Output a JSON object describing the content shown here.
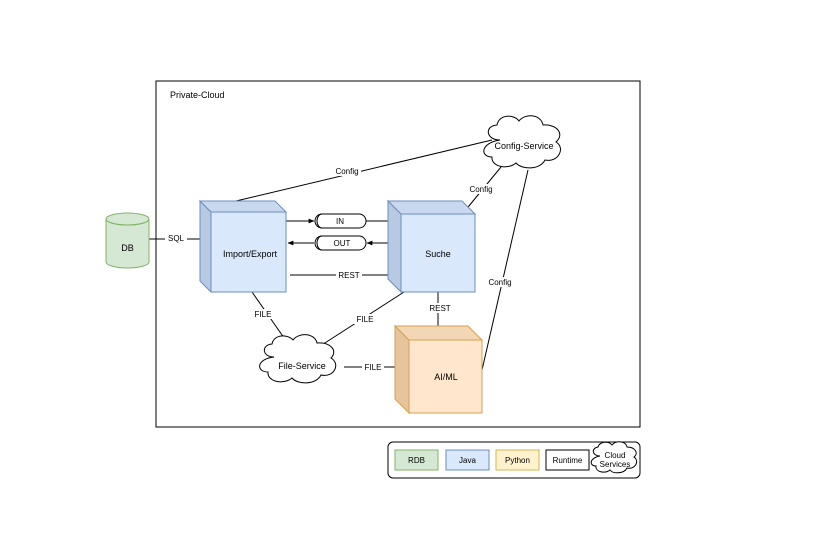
{
  "diagram": {
    "container": {
      "label": "Private-Cloud"
    },
    "nodes": {
      "db": {
        "label": "DB",
        "kind": "database"
      },
      "import_export": {
        "label": "Import/Export",
        "kind": "java"
      },
      "suche": {
        "label": "Suche",
        "kind": "java"
      },
      "aiml": {
        "label": "AI/ML",
        "kind": "python"
      },
      "config_service": {
        "label": "Config-Service",
        "kind": "cloud"
      },
      "file_service": {
        "label": "File-Service",
        "kind": "cloud"
      },
      "queue_in": {
        "label": "IN",
        "kind": "queue"
      },
      "queue_out": {
        "label": "OUT",
        "kind": "queue"
      }
    },
    "edges": {
      "config_import": "Config",
      "config_suche": "Config",
      "config_aiml": "Config",
      "sql": "SQL",
      "rest_import_suche": "REST",
      "rest_suche_aiml": "REST",
      "file_import": "FILE",
      "file_suche": "FILE",
      "file_aiml": "FILE"
    }
  },
  "legend": {
    "rdb": "RDB",
    "java": "Java",
    "python": "Python",
    "runtime": "Runtime",
    "cloud_line1": "Cloud",
    "cloud_line2": "Services"
  },
  "colors": {
    "rdb_fill": "#d5e8d4",
    "rdb_stroke": "#82b366",
    "java_fill": "#dae8fc",
    "java_side": "#b8c9e2",
    "java_stroke": "#6c8ebf",
    "python_fill": "#ffe6cc",
    "python_side": "#e6c59e",
    "python_stroke": "#d6a04f"
  }
}
